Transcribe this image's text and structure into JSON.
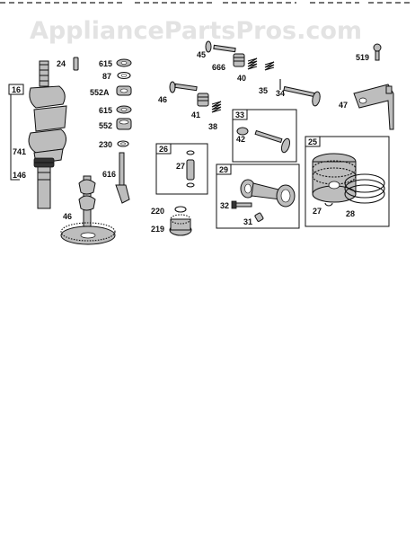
{
  "watermark": "AppliancePartsPros.com",
  "labels": {
    "l24": "24",
    "l615a": "615",
    "l87": "87",
    "l552a": "552A",
    "l615b": "615",
    "l552": "552",
    "l230": "230",
    "l616": "616",
    "l16": "16",
    "l741": "741",
    "l146": "146",
    "l46cam": "46",
    "l220": "220",
    "l219": "219",
    "l45": "45",
    "l666": "666",
    "l40": "40",
    "l35": "35",
    "l34": "34",
    "l519": "519",
    "l46": "46",
    "l41": "41",
    "l38": "38",
    "l33": "33",
    "l42": "42",
    "l47": "47",
    "l26": "26",
    "l27a": "27",
    "l29": "29",
    "l32": "32",
    "l31": "31",
    "l25": "25",
    "l27b": "27",
    "l28": "28"
  }
}
